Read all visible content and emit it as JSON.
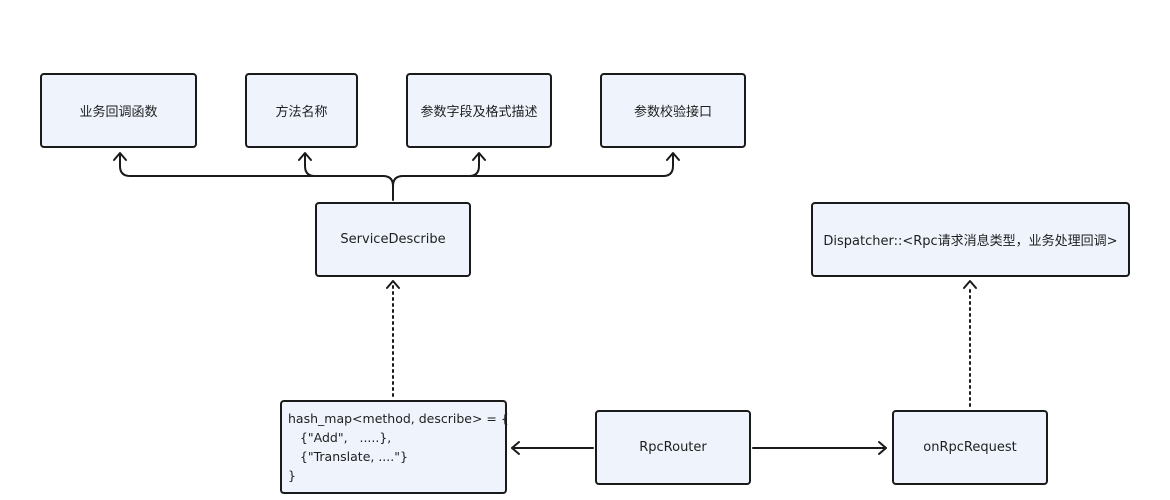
{
  "nodes": {
    "callback": "业务回调函数",
    "method_name": "方法名称",
    "param_desc": "参数字段及格式描述",
    "param_check": "参数校验接口",
    "service_describe": "ServiceDescribe",
    "dispatcher": "Dispatcher::<Rpc请求消息类型，业务处理回调>",
    "rpc_router": "RpcRouter",
    "on_rpc_request": "onRpcRequest",
    "hash_map": [
      "hash_map<method, describe> = {",
      "   {\"Add\",   .....},",
      "   {\"Translate, ....\"}",
      "}"
    ]
  },
  "colors": {
    "node_fill": "#eef3fc",
    "node_border": "#1a1a1a",
    "line": "#1a1a1a"
  }
}
